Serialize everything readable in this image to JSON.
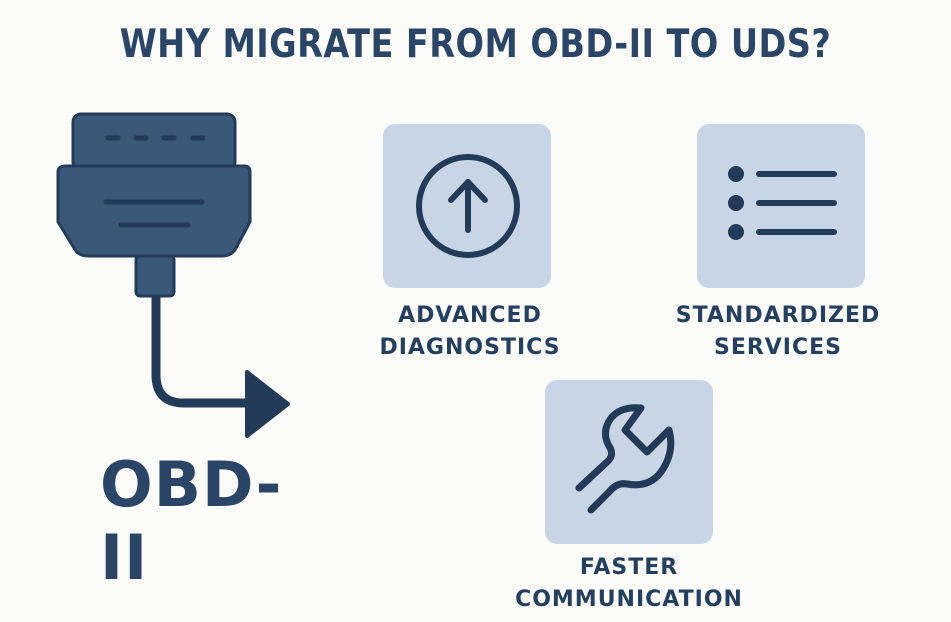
{
  "title": "WHY MIGRATE FROM OBD-II TO UDS?",
  "connector": {
    "label": "OBD-II",
    "icon": "obd-connector-icon",
    "arrow_icon": "arrow-right-icon"
  },
  "features": [
    {
      "icon": "arrow-up-circle-icon",
      "lines": [
        "ADVANCED",
        "DIAGNOSTICS"
      ]
    },
    {
      "icon": "list-icon",
      "lines": [
        "STANDARDIZED",
        "SERVICES"
      ]
    },
    {
      "icon": "wrench-icon",
      "lines": [
        "FASTER",
        "COMMUNICATION"
      ]
    }
  ],
  "colors": {
    "background": "#fbfbfa",
    "primary": "#2b4566",
    "connector_fill": "#3a5878",
    "card_bg": "#c8d5e4"
  }
}
